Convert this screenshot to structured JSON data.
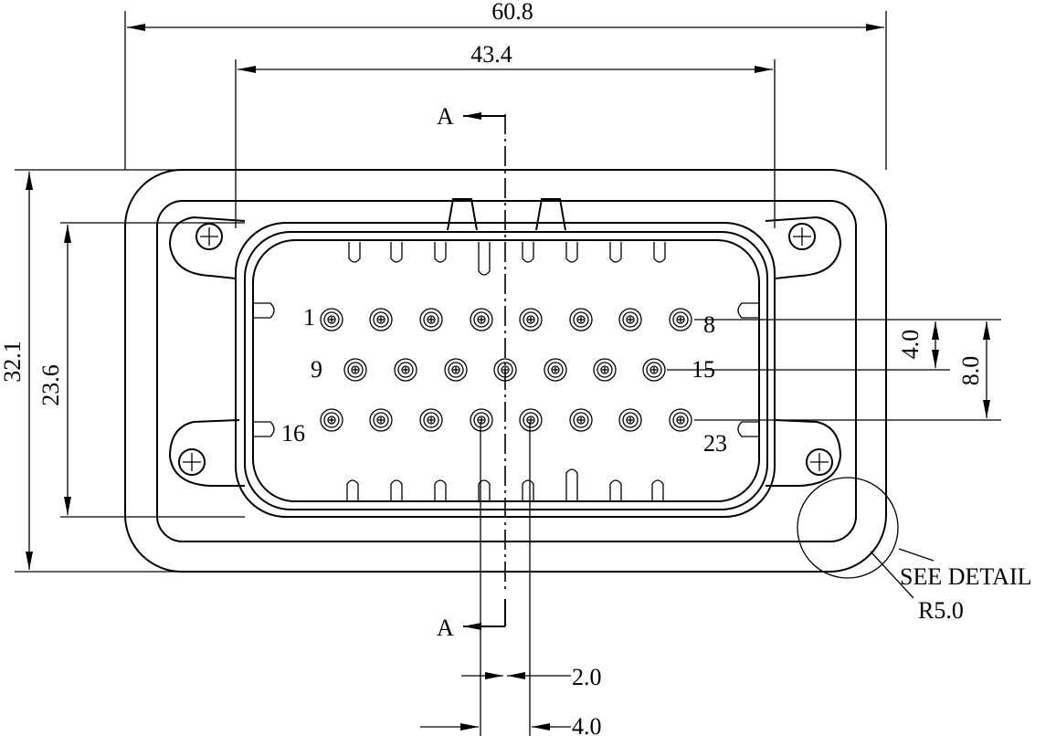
{
  "dimensions": {
    "overall_width": "60.8",
    "inner_width": "43.4",
    "overall_height": "32.1",
    "inner_height": "23.6",
    "row_pitch": "4.0",
    "rows_span": "8.0",
    "offset_half": "2.0",
    "pin_pitch": "4.0"
  },
  "section": {
    "top": "A",
    "bottom": "A"
  },
  "pins": {
    "row1_start": "1",
    "row1_end": "8",
    "row2_start": "9",
    "row2_end": "15",
    "row3_start": "16",
    "row3_end": "23"
  },
  "detail": {
    "see": "SEE DETAIL",
    "radius": "R5.0"
  }
}
